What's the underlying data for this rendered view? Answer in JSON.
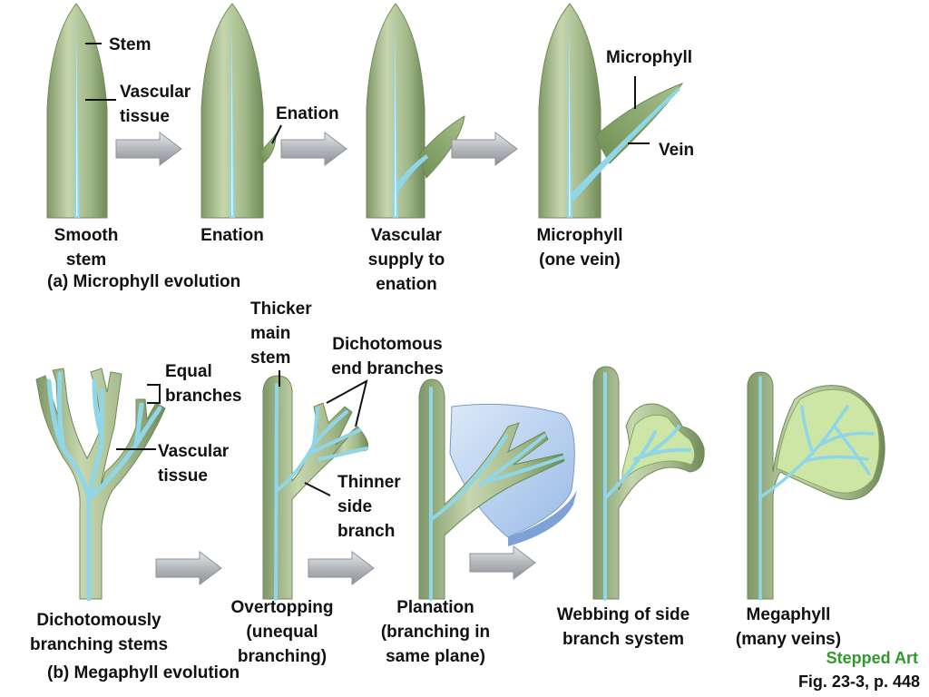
{
  "part_a": {
    "section_label": "(a) Microphyll evolution",
    "stages": [
      {
        "caption": "Smooth\nstem"
      },
      {
        "caption": "Enation"
      },
      {
        "caption": "Vascular\nsupply to\nenation"
      },
      {
        "caption": "Microphyll\n(one vein)"
      }
    ],
    "callouts": {
      "stem": "Stem",
      "vascular_tissue": "Vascular\ntissue",
      "enation": "Enation",
      "microphyll": "Microphyll",
      "vein": "Vein"
    }
  },
  "part_b": {
    "section_label": "(b) Megaphyll evolution",
    "stages": [
      {
        "caption": "Dichotomously\nbranching stems"
      },
      {
        "caption": "Overtopping\n(unequal\nbranching)"
      },
      {
        "caption": "Planation\n(branching in\nsame plane)"
      },
      {
        "caption": "Webbing of side\nbranch system"
      },
      {
        "caption": "Megaphyll\n(many veins)"
      }
    ],
    "callouts": {
      "equal_branches": "Equal\nbranches",
      "vascular_tissue": "Vascular\ntissue",
      "thicker_main_stem": "Thicker\nmain\nstem",
      "dichotomous_end_branches": "Dichotomous\nend branches",
      "thinner_side_branch": "Thinner\nside\nbranch"
    }
  },
  "footer": {
    "stepped_art": "Stepped Art",
    "figure_ref": "Fig. 23-3, p. 448"
  },
  "colors": {
    "stem_fill": "#a9be8e",
    "stem_edge": "#7f9868",
    "vascular": "#8ed6e8",
    "vascular_core": "#e4f7fb",
    "arrow": "#b4b8bc",
    "plane": "#a9c9ee",
    "webbing": "#cde6a6",
    "stepped_art": "#2f9a2a"
  }
}
